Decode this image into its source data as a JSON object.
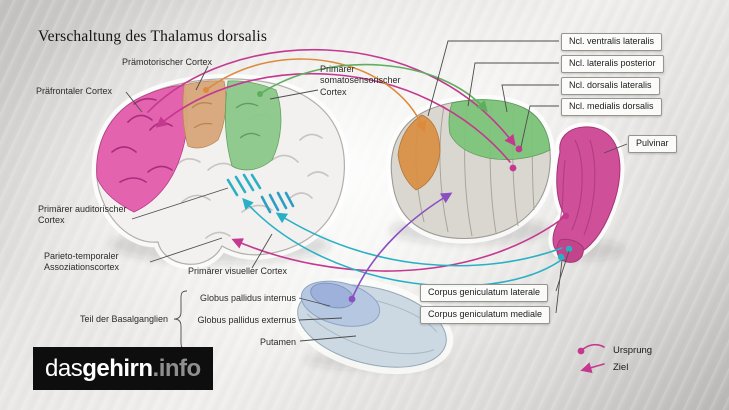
{
  "title": "Verschaltung des Thalamus dorsalis",
  "cortex_labels": {
    "premotor": "Prämotorischer Cortex",
    "prefrontal": "Präfrontaler Cortex",
    "somatosensory": "Primärer somatosensorischer Cortex",
    "auditory": "Primärer auditorischer Cortex",
    "parieto": "Parieto-temporaler Assoziationscortex",
    "visual": "Primärer visueller Cortex"
  },
  "thalamus_labels": {
    "ventralis": "Ncl. ventralis lateralis",
    "posterior": "Ncl. lateralis posterior",
    "dorsalis": "Ncl. dorsalis lateralis",
    "medialis": "Ncl. medialis dorsalis",
    "pulvinar": "Pulvinar"
  },
  "geniculate_labels": {
    "laterale": "Corpus geniculatum laterale",
    "mediale": "Corpus geniculatum mediale"
  },
  "basal_labels": {
    "group": "Teil der Basalganglien",
    "internus": "Globus pallidus internus",
    "externus": "Globus pallidus externus",
    "putamen": "Putamen"
  },
  "legend": {
    "origin": "Ursprung",
    "target": "Ziel"
  },
  "logo": {
    "part1": "das",
    "part2": "gehirn",
    "part3": ".info"
  },
  "colors": {
    "magenta": "#c4398f",
    "orange": "#dd8a3c",
    "green": "#5eae5e",
    "cyan": "#2ab0c5",
    "purple": "#8a50c0"
  }
}
